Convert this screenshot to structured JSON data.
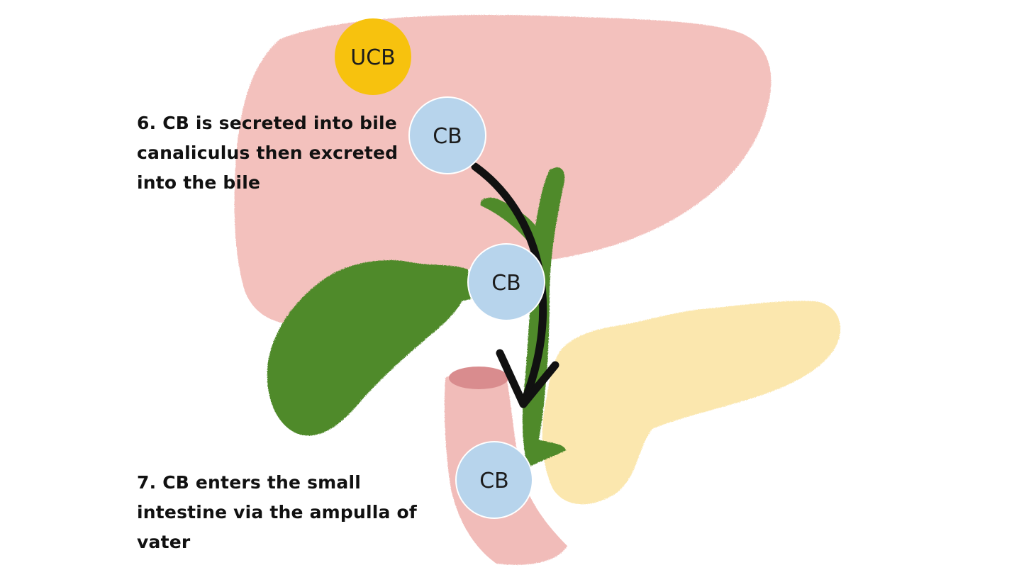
{
  "steps": {
    "step6": {
      "lines": [
        "6. CB is secreted into bile",
        "canaliculus then excreted",
        "into the bile"
      ]
    },
    "step7": {
      "lines": [
        "7. CB enters the small",
        "intestine via the ampulla of",
        "vater"
      ]
    }
  },
  "nodes": {
    "ucb": {
      "label": "UCB",
      "color": "#f7c20e"
    },
    "cb_liver": {
      "label": "CB",
      "color": "#b7d4ec"
    },
    "cb_duct": {
      "label": "CB",
      "color": "#b7d4ec"
    },
    "cb_intestine": {
      "label": "CB",
      "color": "#b7d4ec"
    }
  },
  "organs": {
    "liver": {
      "color": "#f3c1bd"
    },
    "gallbladder": {
      "color": "#4f8a2a"
    },
    "bile_duct": {
      "color": "#4f8a2a"
    },
    "duodenum": {
      "color": "#f1bcb9"
    },
    "pancreas": {
      "color": "#fbe7ae"
    }
  },
  "arrow": {
    "color": "#111111"
  }
}
